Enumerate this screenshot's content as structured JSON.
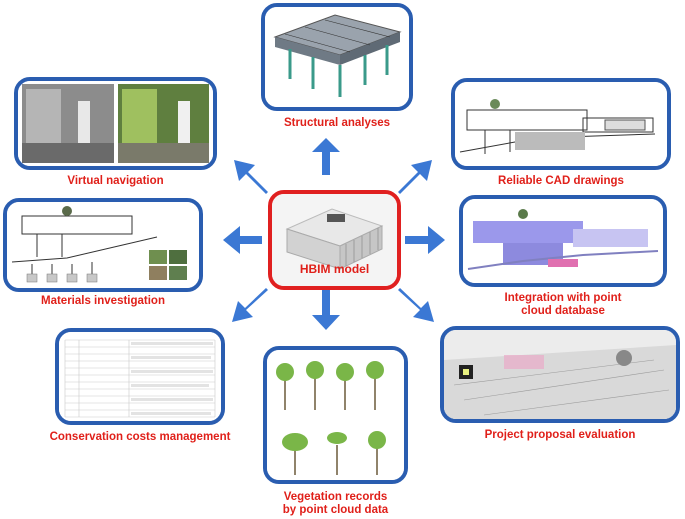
{
  "diagram": {
    "center": {
      "label": "HBIM model"
    },
    "nodes": [
      {
        "id": "structural",
        "label": "Structural analyses"
      },
      {
        "id": "cad",
        "label": "Reliable CAD drawings"
      },
      {
        "id": "pointcloud",
        "label_line1": "Integration with point",
        "label_line2": "cloud database"
      },
      {
        "id": "proposal",
        "label": "Project proposal evaluation"
      },
      {
        "id": "vegetation",
        "label_line1": "Vegetation records",
        "label_line2": "by point cloud data"
      },
      {
        "id": "costs",
        "label": "Conservation costs management"
      },
      {
        "id": "materials",
        "label": "Materials investigation"
      },
      {
        "id": "navigation",
        "label": "Virtual navigation"
      }
    ]
  },
  "colors": {
    "panel_border": "#2a5db0",
    "center_border": "#e02020",
    "label": "#e0201a",
    "arrow": "#3b78d4"
  }
}
